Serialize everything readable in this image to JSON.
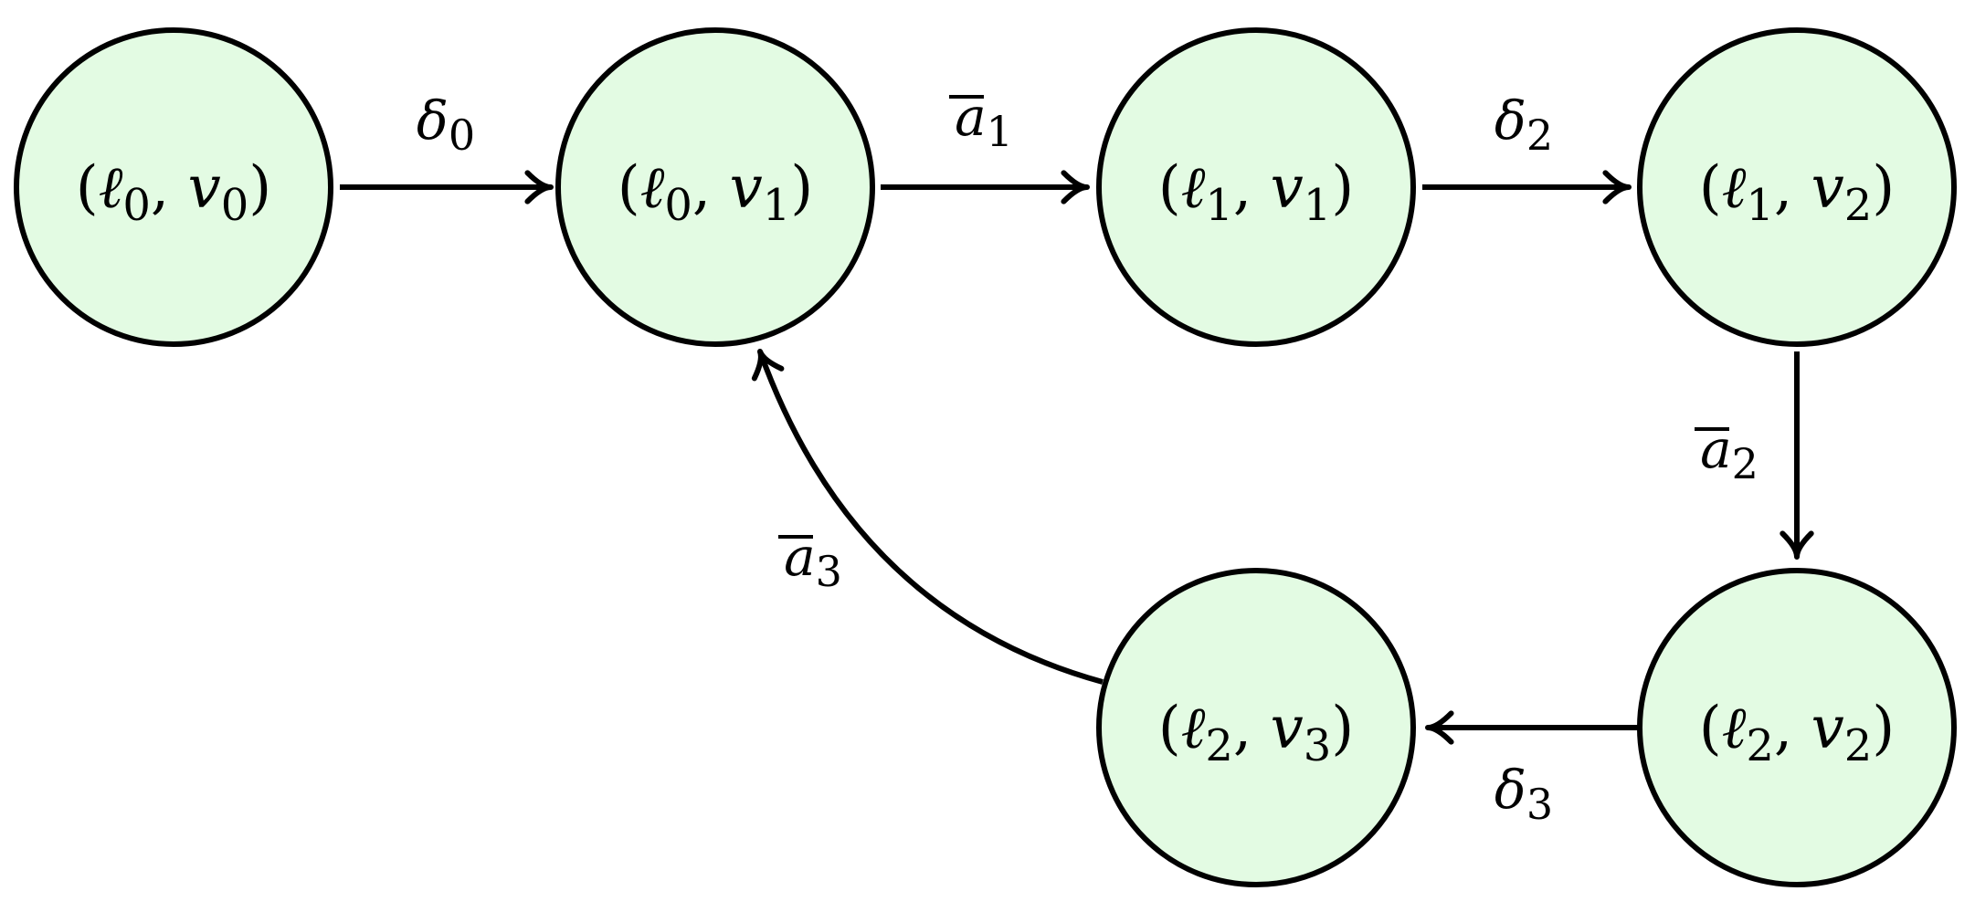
{
  "diagram": {
    "nodes": [
      {
        "id": "n00",
        "loc": "0",
        "val": "0"
      },
      {
        "id": "n01",
        "loc": "0",
        "val": "1"
      },
      {
        "id": "n11",
        "loc": "1",
        "val": "1"
      },
      {
        "id": "n12",
        "loc": "1",
        "val": "2"
      },
      {
        "id": "n22",
        "loc": "2",
        "val": "2"
      },
      {
        "id": "n23",
        "loc": "2",
        "val": "3"
      }
    ],
    "edges": [
      {
        "from": "n00",
        "to": "n01",
        "sym": "δ",
        "sub": "0",
        "bar": false
      },
      {
        "from": "n01",
        "to": "n11",
        "sym": "a",
        "sub": "1",
        "bar": true
      },
      {
        "from": "n11",
        "to": "n12",
        "sym": "δ",
        "sub": "2",
        "bar": false
      },
      {
        "from": "n12",
        "to": "n22",
        "sym": "a",
        "sub": "2",
        "bar": true
      },
      {
        "from": "n22",
        "to": "n23",
        "sym": "δ",
        "sub": "3",
        "bar": false
      },
      {
        "from": "n23",
        "to": "n01",
        "sym": "a",
        "sub": "3",
        "bar": true
      }
    ],
    "label_open": "(",
    "label_loc_sym": "ℓ",
    "label_sep": ",",
    "label_val_sym": "v",
    "label_close": ")",
    "colors": {
      "node_fill": "#e3fbe3",
      "stroke": "#000000"
    }
  }
}
